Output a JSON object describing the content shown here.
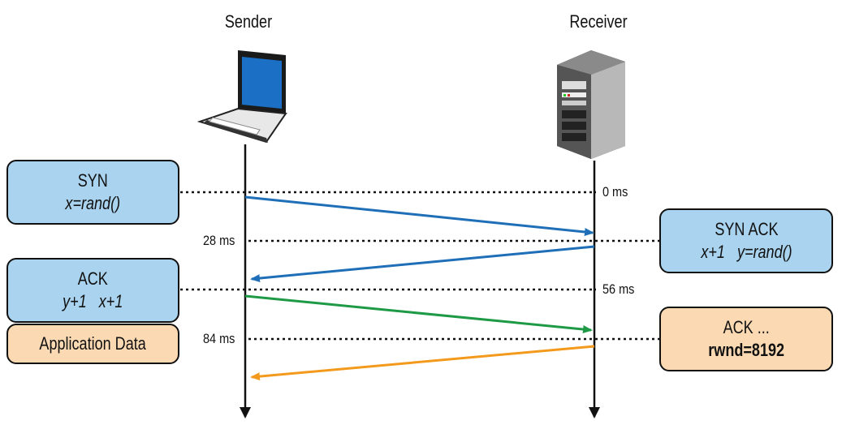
{
  "actors": {
    "sender": "Sender",
    "receiver": "Receiver"
  },
  "timestamps": [
    "0 ms",
    "28 ms",
    "56 ms",
    "84 ms"
  ],
  "boxes": {
    "syn": {
      "line1": "SYN",
      "line2": "x=rand()"
    },
    "synack": {
      "line1": "SYN ACK",
      "line2": "x+1   y=rand()"
    },
    "ack": {
      "line1": "ACK",
      "line2": "y+1   x+1"
    },
    "appdata": {
      "line1": "Application Data"
    },
    "ack2": {
      "line1": "ACK ...",
      "line2": "rwnd=8192"
    }
  },
  "colors": {
    "syn_arrow": "#1f6fb8",
    "ack_arrow": "#1e9a46",
    "data_arrow": "#f39a1c",
    "box_blue": "#a9d3ee",
    "box_orange": "#fbd9b2"
  }
}
